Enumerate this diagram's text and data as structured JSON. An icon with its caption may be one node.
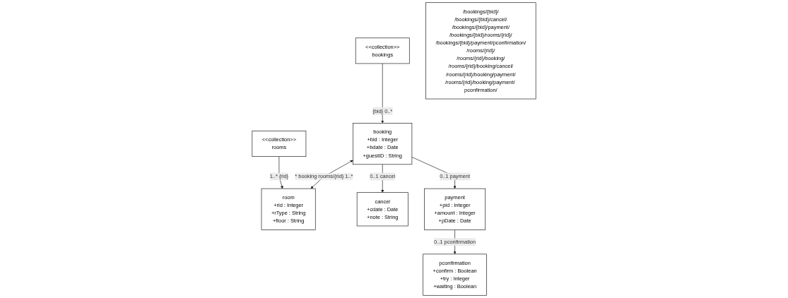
{
  "diagram": {
    "nodes": [
      {
        "text": [
          "<<collection>>",
          "bookings"
        ]
      },
      {
        "text": [
          "room",
          "+rid : Integer",
          "+rType : String",
          "+floor : String"
        ]
      },
      {
        "text": [
          "<<collection>>",
          "rooms"
        ]
      },
      {
        "text": [
          "booking",
          "+bid : Integer",
          "+bdate : Date",
          "+guestID : String"
        ]
      },
      {
        "text": [
          "cancel",
          "+cdate : Date",
          "+note : String"
        ]
      },
      {
        "text": [
          "payment",
          "+pid : Integer",
          "+amount : Integer",
          "+pDate : Date"
        ]
      },
      {
        "text": [
          "pconfirmation",
          "+confirm : Boolean",
          "+try : Integer",
          "+waiting : Boolean"
        ]
      },
      {
        "text": [
          "/bookings/{bid}/",
          "/bookings/{bid}/cancel/",
          "/bookings/{bid}/payment/",
          "/bookings/{bid}/rooms/{rid}/",
          "/bookings/{bid}/payment/pconfirmation/",
          "/rooms/{rid}/",
          "/rooms/{rid}/booking/",
          "/rooms/{rid}/booking/cancel/",
          "/rooms/{rid}/booking/payment/",
          "/rooms/{rid}/booking/payment/ pconfirmation/"
        ]
      }
    ],
    "edges": [
      {
        "from": 0,
        "to": 3,
        "arrow": "to",
        "label": "{bid} 0..*"
      },
      {
        "from": 2,
        "to": 1,
        "arrow": "to",
        "label": "1..* {rid}"
      },
      {
        "from": 3,
        "to": 1,
        "arrow": "both",
        "label": "* booking rooms/{rid} 1..*"
      },
      {
        "from": 3,
        "to": 4,
        "arrow": "to",
        "label": "0..1 cancel"
      },
      {
        "from": 3,
        "to": 5,
        "arrow": "to",
        "label": "0..1 payment"
      },
      {
        "from": 5,
        "to": 6,
        "arrow": "to",
        "label": "0..1 pconfirmation"
      }
    ]
  }
}
